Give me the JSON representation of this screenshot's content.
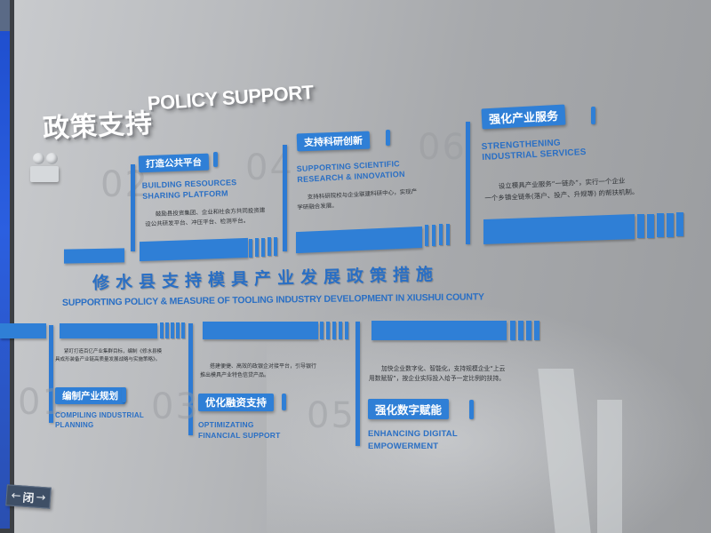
{
  "header": {
    "title_cn": "政策支持",
    "title_en": "POLICY SUPPORT"
  },
  "main_title": {
    "cn": "修水县支持模具产业发展政策措施",
    "en": "SUPPORTING POLICY & MEASURE OF TOOLING INDUSTRY DEVELOPMENT IN XIUSHUI COUNTY"
  },
  "sections": [
    {
      "number": "01",
      "tag_cn": "编制产业规划",
      "title_en_line1": "COMPILING INDUSTRIAL",
      "title_en_line2": "PLANNING",
      "body_line1": "紧盯打造百亿产业集群目标，编制《修水县模",
      "body_line2": "具成形装备产业链高质量发展战略与实施策略》。"
    },
    {
      "number": "02",
      "tag_cn": "打造公共平台",
      "title_en_line1": "BUILDING RESOURCES",
      "title_en_line2": "SHARING PLATFORM",
      "body_line1": "鼓励县投资集团、企业和社会方共同投资建",
      "body_line2": "设公共研发平台、冲压平台、检测平台。"
    },
    {
      "number": "03",
      "tag_cn": "优化融资支持",
      "title_en_line1": "OPTIMIZATING",
      "title_en_line2": "FINANCIAL SUPPORT",
      "body_line1": "搭建便捷、高效的政银企对接平台，引导银行",
      "body_line2": "推出模具产业特色信贷产品。"
    },
    {
      "number": "04",
      "tag_cn": "支持科研创新",
      "title_en_line1": "SUPPORTING SCIENTIFIC",
      "title_en_line2": "RESEARCH & INNOVATION",
      "body_line1": "支持科研院校与企业联建科研中心，实现产",
      "body_line2": "学研融合发展。"
    },
    {
      "number": "05",
      "tag_cn": "强化数字赋能",
      "title_en_line1": "ENHANCING DIGITAL",
      "title_en_line2": "EMPOWERMENT",
      "body_line1": "加快企业数字化、智能化，支持规模企业“上云",
      "body_line2": "用数赋智”，按企业实际投入给予一定比例的扶持。"
    },
    {
      "number": "06",
      "tag_cn": "强化产业服务",
      "title_en_line1": "STRENGTHENING",
      "title_en_line2": "INDUSTRIAL SERVICES",
      "body_line1": "设立模具产业服务“一链办”，实行一个企业",
      "body_line2": "一个乡镇全链条(落户、投产、升规等) 的帮扶机制。"
    }
  ],
  "exit_sign": {
    "label": "闭",
    "left_arrow": "←",
    "right_arrow": "→"
  },
  "colors": {
    "accent_blue": "#2f7fd6",
    "heading_blue": "#2a6fc4",
    "wall_gray": "#b9bbbe"
  }
}
